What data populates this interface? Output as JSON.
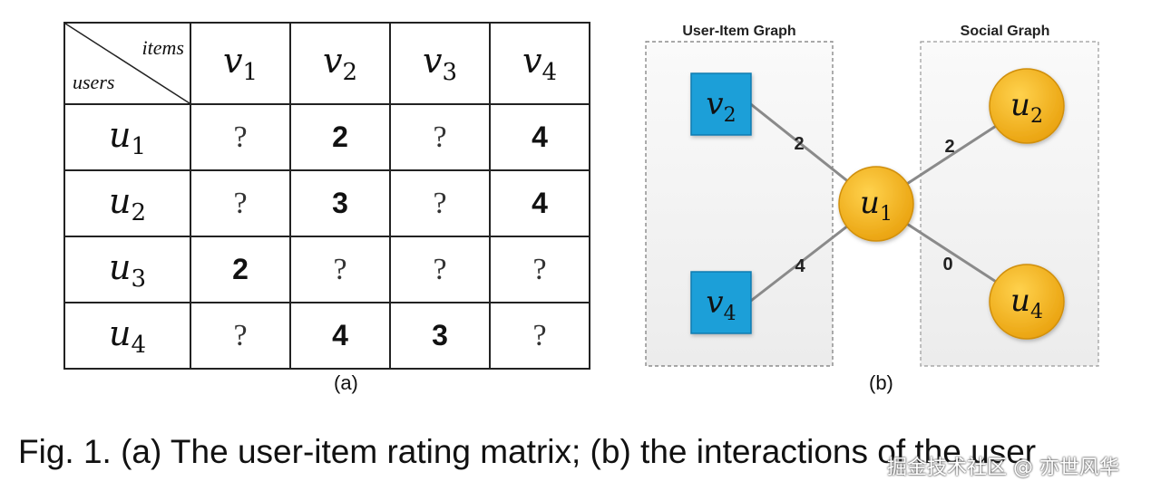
{
  "matrix": {
    "corner_top": "items",
    "corner_bottom": "users",
    "columns": [
      {
        "sym": "v",
        "sub": "1"
      },
      {
        "sym": "v",
        "sub": "2"
      },
      {
        "sym": "v",
        "sub": "3"
      },
      {
        "sym": "v",
        "sub": "4"
      }
    ],
    "rows": [
      {
        "sym": "u",
        "sub": "1",
        "cells": [
          "?",
          "2",
          "?",
          "4"
        ]
      },
      {
        "sym": "u",
        "sub": "2",
        "cells": [
          "?",
          "3",
          "?",
          "4"
        ]
      },
      {
        "sym": "u",
        "sub": "3",
        "cells": [
          "2",
          "?",
          "?",
          "?"
        ]
      },
      {
        "sym": "u",
        "sub": "4",
        "cells": [
          "?",
          "4",
          "3",
          "?"
        ]
      }
    ],
    "caption": "(a)"
  },
  "graph": {
    "user_item_title": "User-Item Graph",
    "social_title": "Social Graph",
    "center": {
      "sym": "u",
      "sub": "1"
    },
    "items": [
      {
        "sym": "v",
        "sub": "2",
        "weight": "2"
      },
      {
        "sym": "v",
        "sub": "4",
        "weight": "4"
      }
    ],
    "friends": [
      {
        "sym": "u",
        "sub": "2",
        "weight": "2"
      },
      {
        "sym": "u",
        "sub": "4",
        "weight": "0"
      }
    ],
    "caption": "(b)",
    "colors": {
      "item": "#1a9fd8",
      "user": "#f4b21b",
      "edge": "#8a8a8a"
    }
  },
  "figure_caption": "Fig. 1. (a) The user-item rating matrix; (b) the interactions of the user",
  "watermark": "掘金技术社区 @ 亦世风华"
}
